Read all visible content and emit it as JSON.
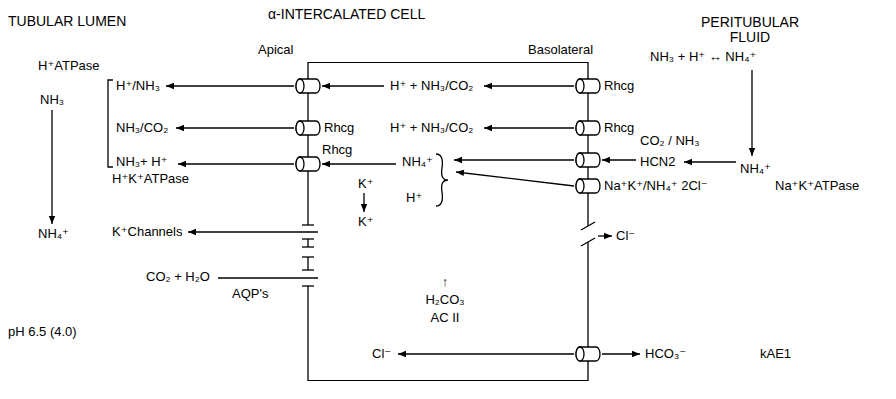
{
  "diagram": {
    "nodes": [
      {
        "text": [
          "α-INTERCALATED CELL"
        ]
      }
    ],
    "labels": [
      "TUBULAR LUMEN",
      "PERITUBULAR FLUID",
      "Apical",
      "Basolateral",
      "H⁺ATPase",
      "NH₃",
      "H⁺/NH₃",
      "NH₃/CO₂",
      "NH₃+ H⁺",
      "H⁺K⁺ATPase",
      "NH₄⁺",
      "K⁺Channels",
      "CO₂ + H₂O",
      "AQP's",
      "pH 6.5 (4.0)",
      "Rhcg",
      "Rhcg",
      "H⁺ + NH₃/CO₂",
      "H⁺ + NH₃/CO₂",
      "NH₄⁺",
      "K⁺",
      "H⁺",
      "K⁺",
      "↑",
      "H₂CO₃",
      "AC II",
      "Cl⁻",
      "NH₃ + H⁺ ↔ NH₄⁺",
      "Rhcg",
      "Rhcg",
      "CO₂ / NH₃",
      "NH₄⁺",
      "HCN2",
      "Na⁺K⁺/NH₄⁺ 2Cl⁻",
      "Na⁺K⁺ATPase",
      "Cl⁻",
      "HCO₃⁻",
      "kAE1"
    ]
  }
}
